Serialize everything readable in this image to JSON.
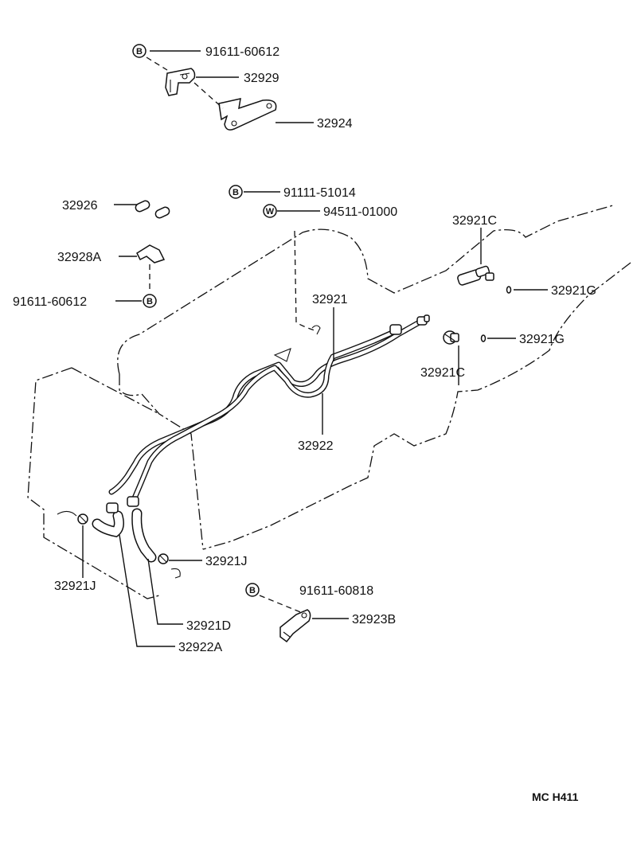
{
  "callouts": {
    "c91611_60612_top": "91611-60612",
    "c32929": "32929",
    "c32924": "32924",
    "c91111_51014": "91111-51014",
    "c94511_01000": "94511-01000",
    "c32926": "32926",
    "c32928A": "32928A",
    "c91611_60612_left": "91611-60612",
    "c32921C_top": "32921C",
    "c32921G_top": "32921G",
    "c32921G_mid": "32921G",
    "c32921C_mid": "32921C",
    "c32921": "32921",
    "c32922": "32922",
    "c32921J_right": "32921J",
    "c32921J_left": "32921J",
    "c91611_60818": "91611-60818",
    "c32923B": "32923B",
    "c32921D": "32921D",
    "c32922A": "32922A"
  },
  "badges": {
    "b1": "B",
    "b2": "B",
    "b3": "W",
    "b4": "B",
    "b5": "B"
  },
  "footer": {
    "code": "MC  H411"
  }
}
